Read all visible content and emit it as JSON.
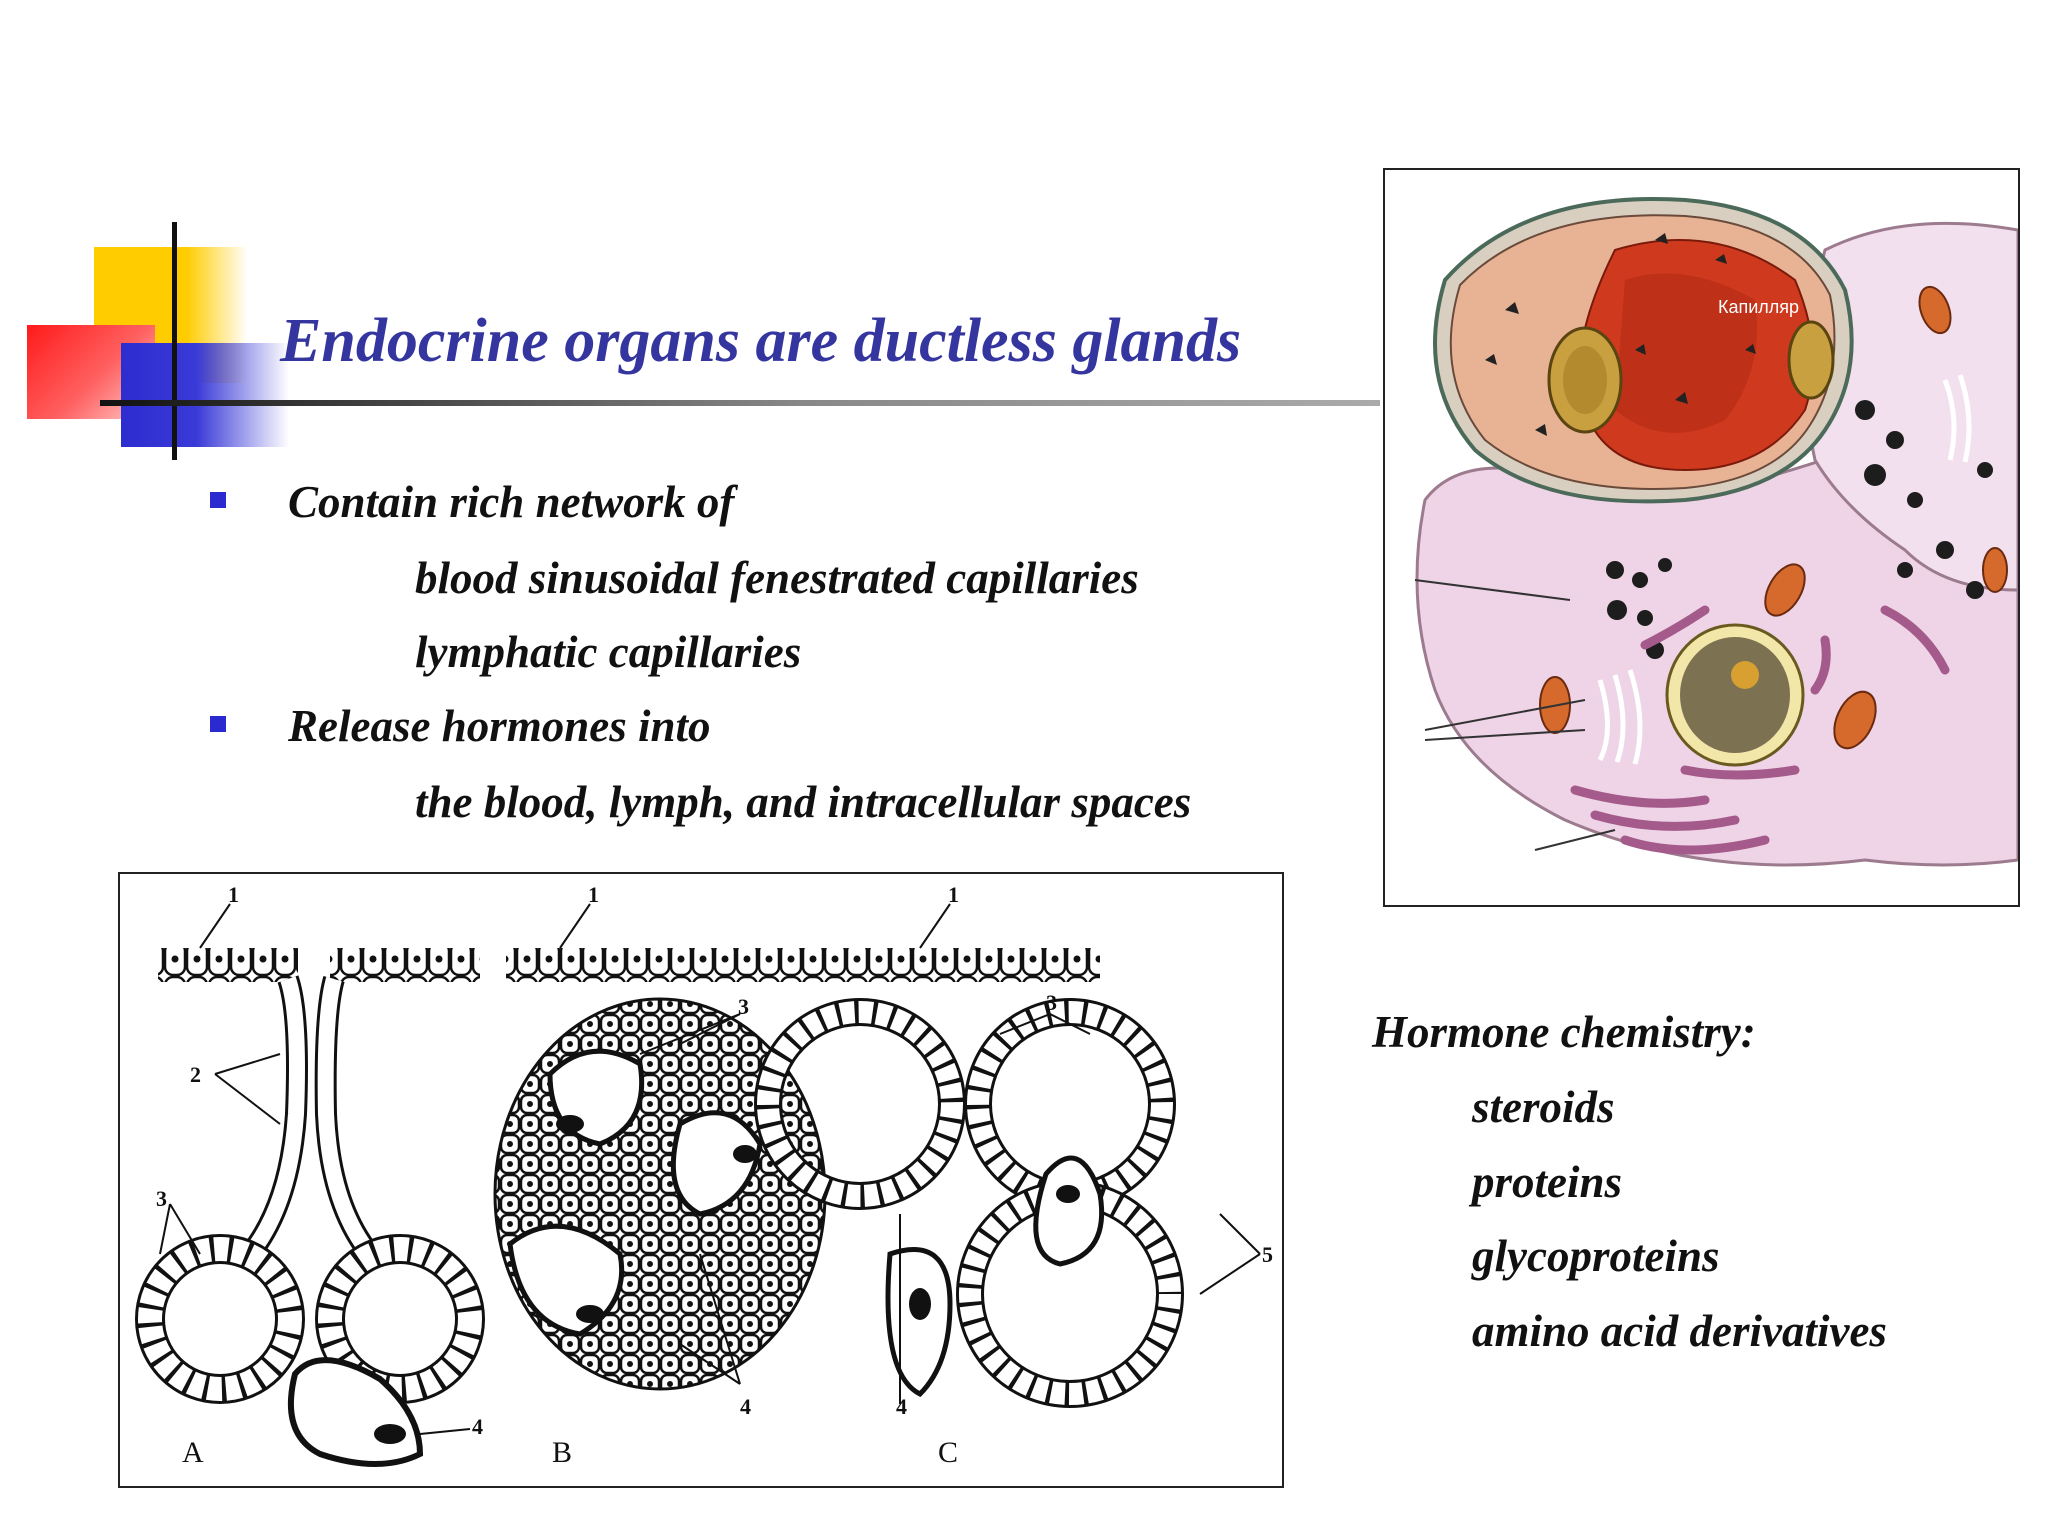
{
  "slide": {
    "title": "Endocrine organs are ductless glands",
    "bullets": [
      {
        "text": "Contain rich network of",
        "sub": [
          "blood sinusoidal fenestrated capillaries",
          "lymphatic capillaries"
        ]
      },
      {
        "text": "Release hormones into",
        "sub": [
          "the blood, lymph, and intracellular spaces"
        ]
      }
    ],
    "chemistry": {
      "heading": "Hormone chemistry:",
      "items": [
        "steroids",
        "proteins",
        "glycoproteins",
        "amino acid derivatives"
      ]
    },
    "figure_cell": {
      "label": "Капилляр"
    },
    "figure_glands": {
      "panel_labels": [
        "A",
        "B",
        "C"
      ],
      "callouts": [
        "1",
        "2",
        "3",
        "4",
        "5"
      ]
    }
  }
}
